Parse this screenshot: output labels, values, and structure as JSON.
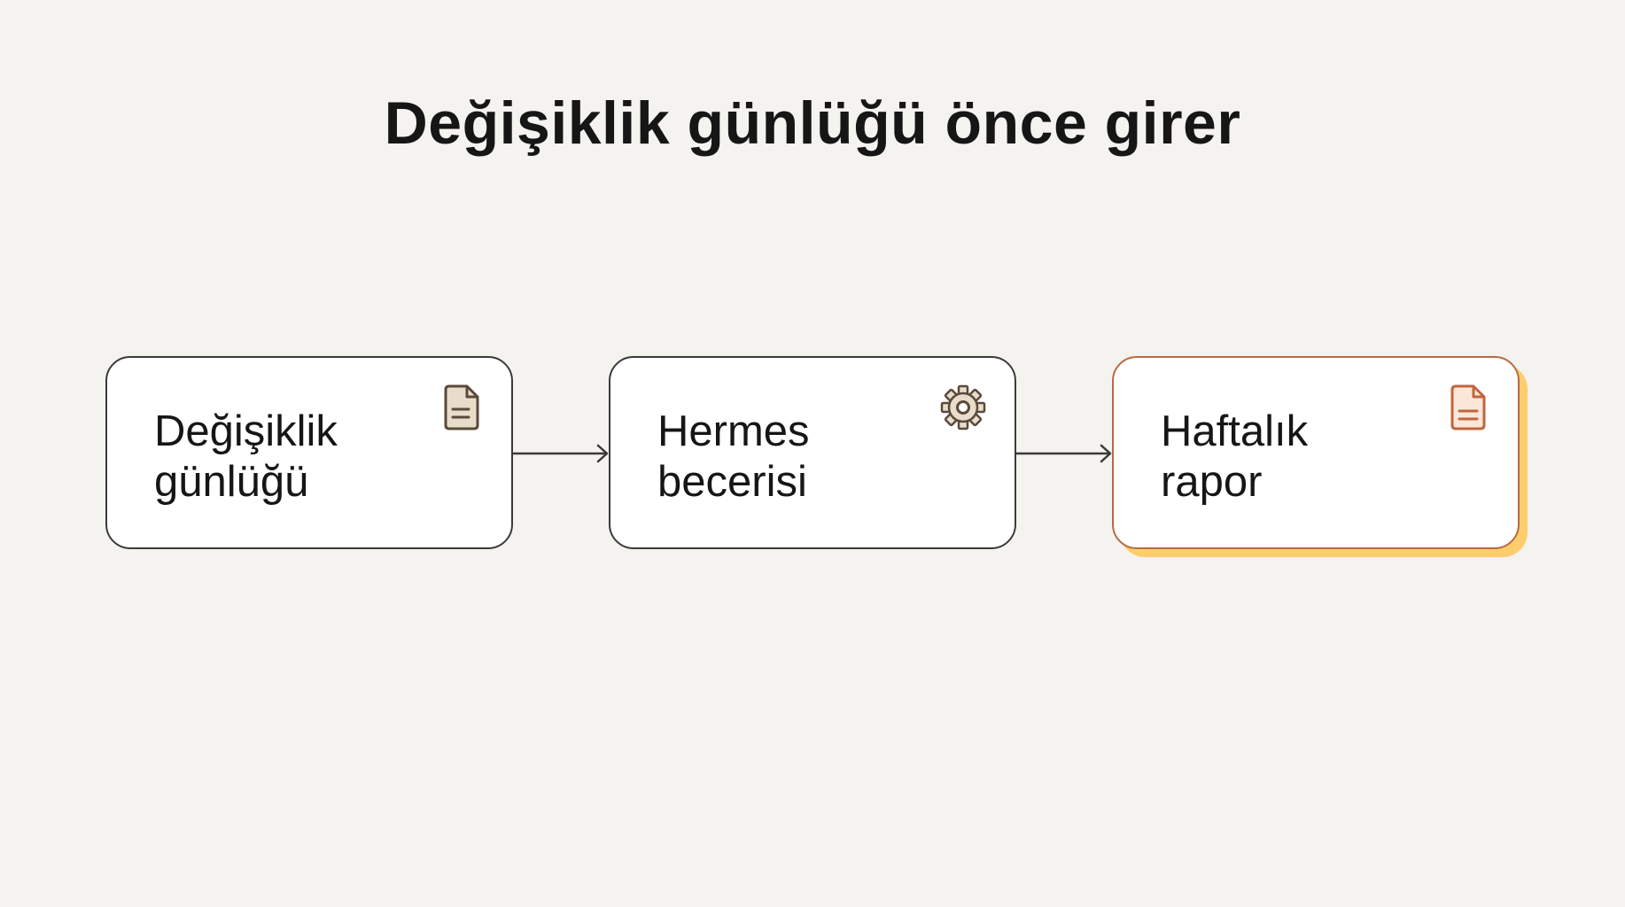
{
  "title": "Değişiklik günlüğü önce girer",
  "flow": {
    "nodes": [
      {
        "line1": "Değişiklik",
        "line2": "günlüğü",
        "icon": "document-icon",
        "icon_fill": "#e8dcca",
        "icon_stroke": "#5a4a3a"
      },
      {
        "line1": "Hermes",
        "line2": "becerisi",
        "icon": "gear-icon",
        "icon_fill": "#e8dcca",
        "icon_stroke": "#5a4a3a"
      },
      {
        "line1": "Haftalık",
        "line2": "rapor",
        "icon": "document-icon",
        "icon_fill": "#fbe7d8",
        "icon_stroke": "#c0663e",
        "highlighted": true
      }
    ],
    "colors": {
      "background": "#f5f3ef",
      "box_border": "#3a3a3a",
      "highlight_border": "#b86a42",
      "highlight_shadow": "#fccd6c",
      "arrow": "#3a3a3a"
    }
  }
}
